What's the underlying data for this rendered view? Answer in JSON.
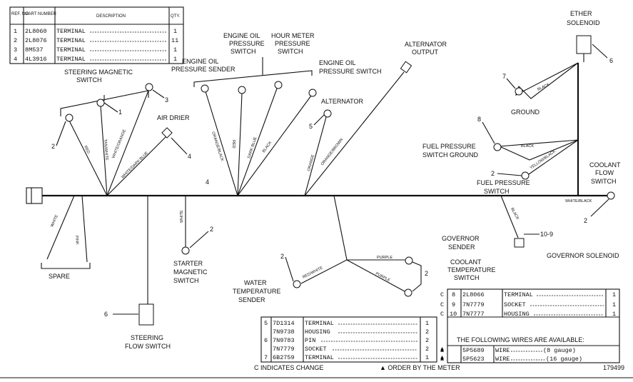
{
  "parts_table_top": {
    "headers": [
      "REF. NO.",
      "PART NUMBER",
      "DESCRIPTION",
      "QTY."
    ],
    "rows": [
      {
        "ref": "1",
        "part": "2L8060",
        "desc": "TERMINAL",
        "qty": "1"
      },
      {
        "ref": "2",
        "part": "2L8076",
        "desc": "TERMINAL",
        "qty": "11"
      },
      {
        "ref": "3",
        "part": "8M537",
        "desc": "TERMINAL",
        "qty": "1"
      },
      {
        "ref": "4",
        "part": "4L3916",
        "desc": "TERMINAL",
        "qty": "1"
      }
    ]
  },
  "labels": {
    "steering_magnetic_switch": [
      "STEERING MAGNETIC",
      "SWITCH"
    ],
    "engine_oil_pressure_sender": [
      "ENGINE OIL",
      "PRESSURE SENDER"
    ],
    "engine_oil_pressure_switch_1": [
      "ENGINE OIL",
      "PRESSURE",
      "SWITCH"
    ],
    "hour_meter_pressure_switch": [
      "HOUR METER",
      "PRESSURE",
      "SWITCH"
    ],
    "engine_oil_pressure_switch_2": [
      "ENGINE OIL",
      "PRESSURE SWITCH"
    ],
    "alternator_output": [
      "ALTERNATOR",
      "OUTPUT"
    ],
    "ether_solenoid": [
      "ETHER",
      "SOLENOID"
    ],
    "air_drier": "AIR DRIER",
    "alternator": "ALTERNATOR",
    "ground": "GROUND",
    "fuel_pressure_switch_ground": [
      "FUEL PRESSURE",
      "SWITCH GROUND"
    ],
    "coolant_flow_switch": [
      "COOLANT",
      "FLOW",
      "SWITCH"
    ],
    "fuel_pressure_switch": [
      "FUEL PRESSURE",
      "SWITCH"
    ],
    "governor_sender": [
      "GOVERNOR",
      "SENDER"
    ],
    "coolant_temperature_switch": [
      "COOLANT",
      "TEMPERATURE",
      "SWITCH"
    ],
    "governor_solenoid": "GOVERNOR SOLENOID",
    "starter_magnetic_switch": [
      "STARTER",
      "MAGNETIC",
      "SWITCH"
    ],
    "water_temperature_sender": [
      "WATER",
      "TEMPERATURE",
      "SENDER"
    ],
    "spare": "SPARE",
    "steering_flow_switch": [
      "STEERING",
      "FLOW SWITCH"
    ]
  },
  "wire_colors": {
    "red": "RED",
    "tan_white": "TAN/WHITE",
    "white_orange": "WHITE/ORANGE",
    "white_dark_blue": "WHITE/DARK BLUE",
    "orange_black": "ORANGE/BLACK",
    "red2": "RED",
    "dark_blue": "DARK BLUE",
    "black": "BLACK",
    "orange": "ORANGE",
    "orange_brown": "ORANGE/BROWN",
    "black_ground": "BLACK",
    "black_fuel": "BLACK",
    "yellow_black": "YELLOW/BLACK",
    "white_black": "WHITE/BLACK",
    "black_gov": "BLACK",
    "white_starter": "WHITE",
    "white_spare": "WHITE",
    "pink": "PINK",
    "red_white": "RED/WHITE",
    "purple_1": "PURPLE",
    "purple_2": "PURPLE"
  },
  "callouts": {
    "c_sms_1": "1",
    "c_sms_2": "2",
    "c_sms_3": "3",
    "c_air_4": "4",
    "c_bus_4": "4",
    "c_alt_5": "5",
    "c_ether_6": "6",
    "c_ground_7": "7",
    "c_fuel_8": "8",
    "c_fuel_2": "2",
    "c_coolant_2": "2",
    "c_gov_10_9": "10-9",
    "c_starter_2": "2",
    "c_water_2": "2",
    "c_purple_2": "2",
    "c_steer_6": "6"
  },
  "parts_table_right": {
    "rows": [
      {
        "flag": "C",
        "ref": "8",
        "part": "2L8066",
        "desc": "TERMINAL",
        "qty": "1"
      },
      {
        "flag": "C",
        "ref": "9",
        "part": "7N7779",
        "desc": "SOCKET",
        "qty": "1"
      },
      {
        "flag": "C",
        "ref": "10",
        "part": "7N7777",
        "desc": "HOUSING",
        "qty": "1"
      }
    ],
    "note": "THE FOLLOWING WIRES ARE AVAILABLE:",
    "wires": [
      {
        "part": "5P5689",
        "desc": "WIRE",
        "gauge": "(8 gauge)"
      },
      {
        "part": "5P5623",
        "desc": "WIRE",
        "gauge": "(16 gauge)"
      }
    ]
  },
  "parts_table_bottom": {
    "rows": [
      {
        "flag": "",
        "ref": "5",
        "part": "7D1314",
        "desc": "TERMINAL",
        "qty": "1"
      },
      {
        "flag": "",
        "ref": "",
        "part": "7N9738",
        "desc": "HOUSING",
        "qty": "2"
      },
      {
        "flag": "",
        "ref": "6",
        "part": "7N9783",
        "desc": "PIN",
        "qty": "2"
      },
      {
        "flag": "▲",
        "ref": "",
        "part": "7N7779",
        "desc": "SOCKET",
        "qty": "2"
      },
      {
        "flag": "▲",
        "ref": "7",
        "part": "6B2759",
        "desc": "TERMINAL",
        "qty": "1"
      }
    ]
  },
  "footer": {
    "change_note": "C INDICATES CHANGE",
    "meter_note": "▲ ORDER BY THE METER",
    "figure_number": "179499"
  }
}
